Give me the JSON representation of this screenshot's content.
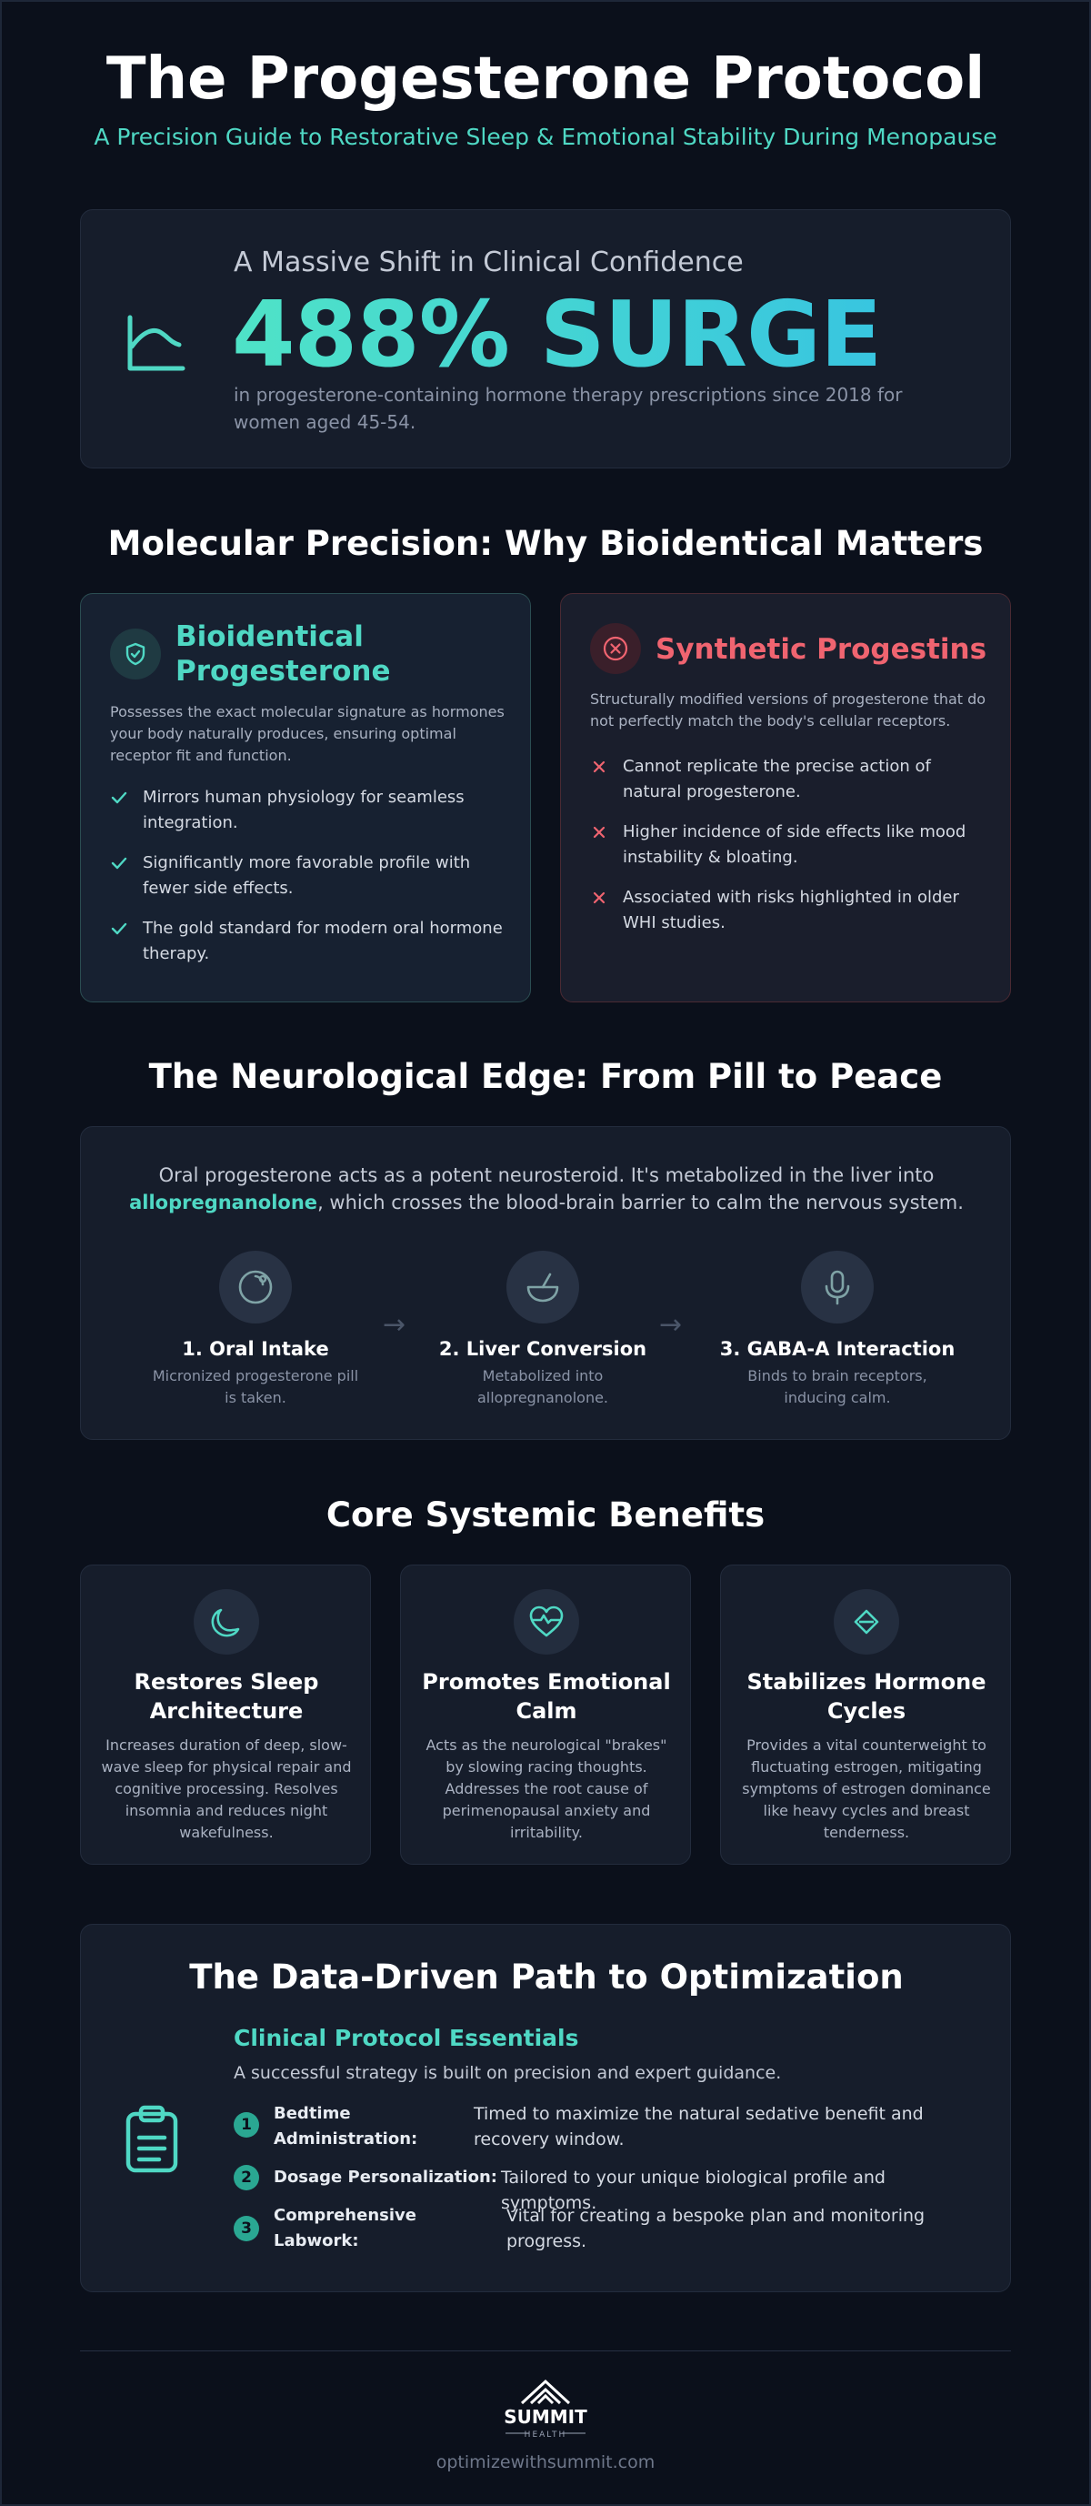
{
  "header": {
    "title": "The Progesterone Protocol",
    "subtitle": "A Precision Guide to Restorative Sleep & Emotional Stability During Menopause"
  },
  "stat": {
    "kicker": "A Massive Shift in Clinical Confidence",
    "value": "488% SURGE",
    "description": "in progesterone-containing hormone therapy prescriptions since 2018 for women aged 45-54.",
    "icon": "chart-trend-icon"
  },
  "molecular": {
    "title": "Molecular Precision: Why Bioidentical Matters",
    "bio": {
      "title": "Bioidentical Progesterone",
      "icon": "shield-check-icon",
      "description": "Possesses the exact molecular signature as hormones your body naturally produces, ensuring optimal receptor fit and function.",
      "points": [
        "Mirrors human physiology for seamless integration.",
        "Significantly more favorable profile with fewer side effects.",
        "The gold standard for modern oral hormone therapy."
      ]
    },
    "syn": {
      "title": "Synthetic Progestins",
      "icon": "x-circle-icon",
      "description": "Structurally modified versions of progesterone that do not perfectly match the body's cellular receptors.",
      "points": [
        "Cannot replicate the precise action of natural progesterone.",
        "Higher incidence of side effects like mood instability & bloating.",
        "Associated with risks highlighted in older WHI studies."
      ]
    }
  },
  "neuro": {
    "title": "The Neurological Edge: From Pill to Peace",
    "intro_before": "Oral progesterone acts as a potent neurosteroid. It's metabolized in the liver into ",
    "intro_highlight": "allopregnanolone",
    "intro_after": ", which crosses the blood-brain barrier to calm the nervous system.",
    "arrow": "→",
    "steps": [
      {
        "title": "1. Oral Intake",
        "desc": "Micronized progesterone pill is taken.",
        "icon": "pill-icon"
      },
      {
        "title": "2. Liver Conversion",
        "desc": "Metabolized into allopregnanolone.",
        "icon": "bowl-icon"
      },
      {
        "title": "3. GABA-A Interaction",
        "desc": "Binds to brain receptors, inducing calm.",
        "icon": "microphone-icon"
      }
    ]
  },
  "benefits": {
    "title": "Core Systemic Benefits",
    "items": [
      {
        "title": "Restores Sleep Architecture",
        "desc": "Increases duration of deep, slow-wave sleep for physical repair and cognitive processing. Resolves insomnia and reduces night wakefulness.",
        "icon": "moon-icon"
      },
      {
        "title": "Promotes Emotional Calm",
        "desc": "Acts as the neurological \"brakes\" by slowing racing thoughts. Addresses the root cause of perimenopausal anxiety and irritability.",
        "icon": "heart-icon"
      },
      {
        "title": "Stabilizes Hormone Cycles",
        "desc": "Provides a vital counterweight to fluctuating estrogen, mitigating symptoms of estrogen dominance like heavy cycles and breast tenderness.",
        "icon": "diamond-icon"
      }
    ]
  },
  "path": {
    "title": "The Data-Driven Path to Optimization",
    "essentials_title": "Clinical Protocol Essentials",
    "essentials_desc": "A successful strategy is built on precision and expert guidance.",
    "icon": "clipboard-icon",
    "rows": [
      {
        "num": "1",
        "label": "Bedtime Administration:",
        "value": "Timed to maximize the natural sedative benefit and recovery window."
      },
      {
        "num": "2",
        "label": "Dosage Personalization:",
        "value": "Tailored to your unique biological profile and symptoms."
      },
      {
        "num": "3",
        "label": "Comprehensive Labwork:",
        "value": "Vital for creating a bespoke plan and monitoring progress."
      }
    ]
  },
  "footer": {
    "logo_name": "SUMMIT",
    "logo_sub": "HEALTH",
    "url": "optimizewithsummit.com"
  }
}
